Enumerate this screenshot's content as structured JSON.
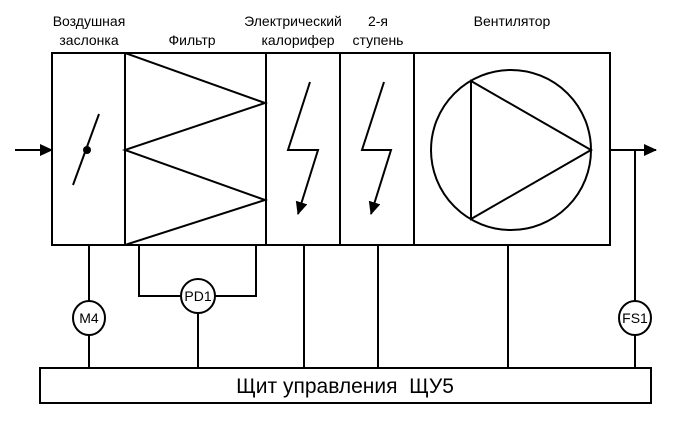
{
  "sections": {
    "damper": {
      "line1": "Воздушная",
      "line2": "заслонка"
    },
    "filter": {
      "label": "Фильтр"
    },
    "heater": {
      "line1": "Электрический",
      "line2": "калорифер"
    },
    "stage2": {
      "line1": "2-я",
      "line2": "ступень"
    },
    "fan": {
      "label": "Вентилятор"
    }
  },
  "sensors": {
    "m4": "M4",
    "pd1": "PD1",
    "fs1": "FS1"
  },
  "panel": {
    "label": "Щит управления  ЩУ5"
  }
}
